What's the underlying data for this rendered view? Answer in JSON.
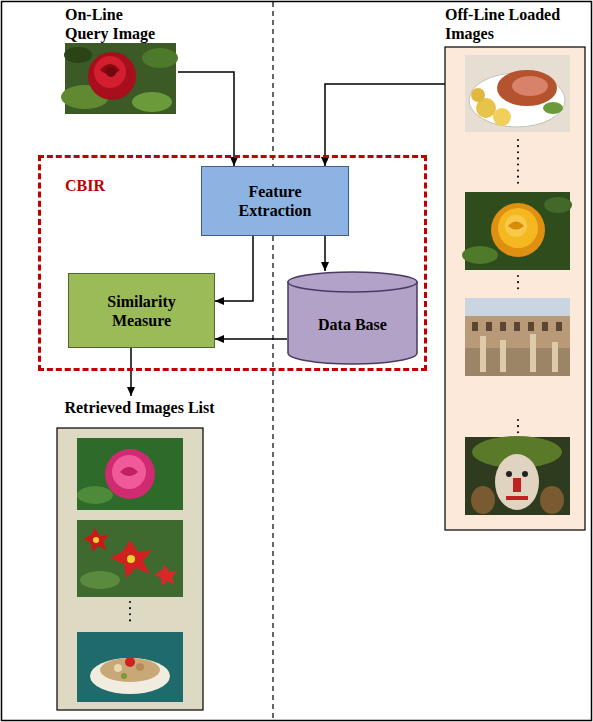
{
  "diagram": {
    "nodes": [
      {
        "text": [
          "On-Line Query Image"
        ]
      },
      {
        "text": [
          "Off-Line Loaded Images"
        ]
      },
      {
        "text": [
          "CBIR"
        ]
      },
      {
        "text": [
          "Feature Extraction"
        ],
        "in": 2
      },
      {
        "text": [
          "Similarity Measure"
        ],
        "in": 2
      },
      {
        "text": [
          "Data Base"
        ],
        "in": 2
      },
      {
        "text": [
          "Retrieved Images List"
        ]
      }
    ],
    "edges": [
      {
        "from": 0,
        "to": 3,
        "arrow": "to"
      },
      {
        "from": 1,
        "to": 3,
        "arrow": "to"
      },
      {
        "from": 3,
        "to": 4,
        "arrow": "to"
      },
      {
        "from": 3,
        "to": 5,
        "arrow": "to"
      },
      {
        "from": 5,
        "to": 4,
        "arrow": "to"
      },
      {
        "from": 4,
        "to": 6,
        "arrow": "to"
      }
    ]
  }
}
